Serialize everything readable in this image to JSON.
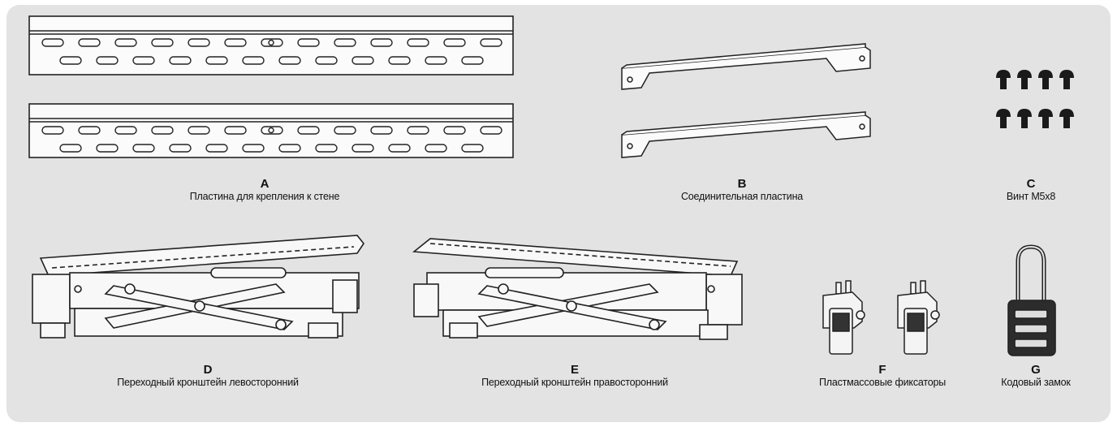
{
  "parts": [
    {
      "id": "A",
      "letter": "A",
      "caption": "Пластина для крепления к стене"
    },
    {
      "id": "B",
      "letter": "B",
      "caption": "Соединительная пластина"
    },
    {
      "id": "C",
      "letter": "C",
      "caption": "Винт M5x8"
    },
    {
      "id": "D",
      "letter": "D",
      "caption": "Переходный кронштейн левосторонний"
    },
    {
      "id": "E",
      "letter": "E",
      "caption": "Переходный кронштейн правосторонний"
    },
    {
      "id": "F",
      "letter": "F",
      "caption": "Пластмассовые фиксаторы"
    },
    {
      "id": "G",
      "letter": "G",
      "caption": "Кодовый замок"
    }
  ]
}
